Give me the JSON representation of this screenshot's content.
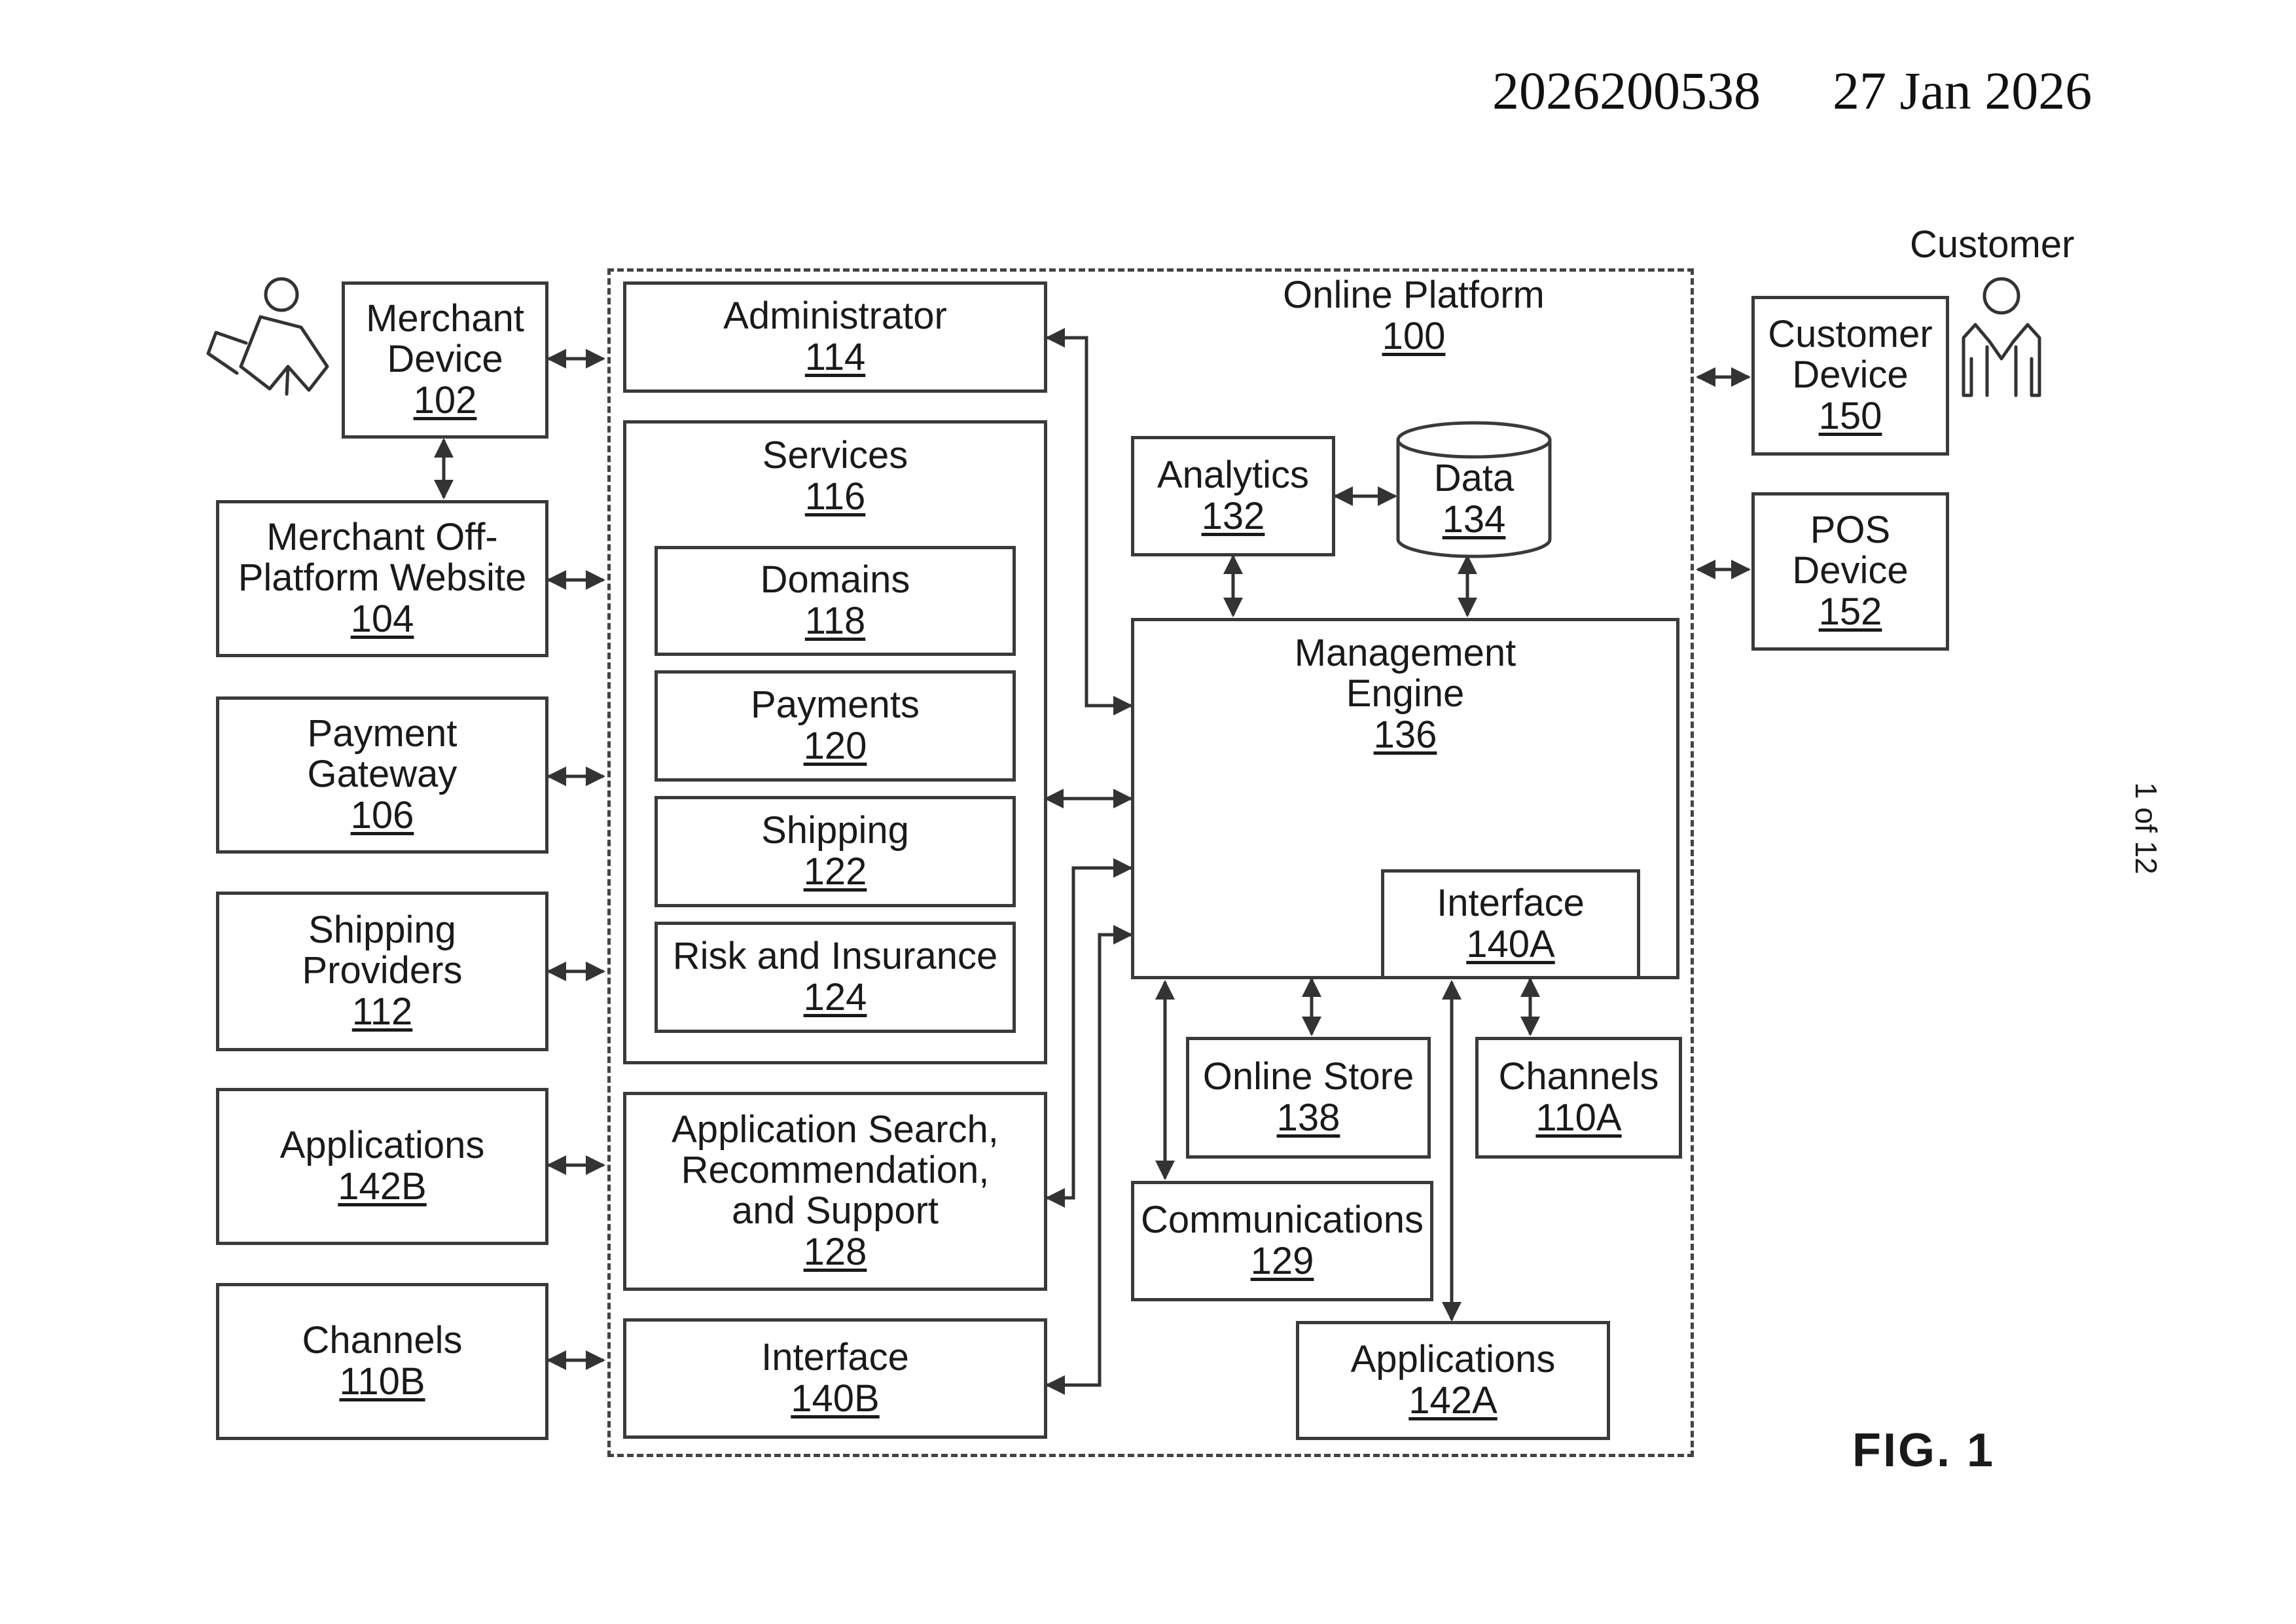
{
  "header": {
    "doc_number": "2026200538",
    "date": "27 Jan 2026"
  },
  "page_indicator": "1 of 12",
  "figure_label": "FIG. 1",
  "customer_label": "Customer",
  "platform": {
    "label": "Online Platform",
    "ref": "100"
  },
  "left_boxes": {
    "merchant_device": {
      "label": "Merchant\nDevice",
      "ref": "102"
    },
    "merchant_offplatform": {
      "label": "Merchant Off-\nPlatform Website",
      "ref": "104"
    },
    "payment_gateway": {
      "label": "Payment\nGateway",
      "ref": "106"
    },
    "shipping_providers": {
      "label": "Shipping\nProviders",
      "ref": "112"
    },
    "applications_b": {
      "label": "Applications",
      "ref": "142B"
    },
    "channels_b": {
      "label": "Channels",
      "ref": "110B"
    }
  },
  "inner": {
    "administrator": {
      "label": "Administrator",
      "ref": "114"
    },
    "services": {
      "label": "Services",
      "ref": "116"
    },
    "domains": {
      "label": "Domains",
      "ref": "118"
    },
    "payments": {
      "label": "Payments",
      "ref": "120"
    },
    "shipping": {
      "label": "Shipping",
      "ref": "122"
    },
    "risk": {
      "label": "Risk and Insurance",
      "ref": "124"
    },
    "app_search": {
      "label": "Application Search,\nRecommendation,\nand Support",
      "ref": "128"
    },
    "interface_b": {
      "label": "Interface",
      "ref": "140B"
    },
    "analytics": {
      "label": "Analytics",
      "ref": "132"
    },
    "data": {
      "label": "Data",
      "ref": "134"
    },
    "management": {
      "label": "Management\nEngine",
      "ref": "136"
    },
    "interface_a": {
      "label": "Interface",
      "ref": "140A"
    },
    "online_store": {
      "label": "Online Store",
      "ref": "138"
    },
    "channels_a": {
      "label": "Channels",
      "ref": "110A"
    },
    "communications": {
      "label": "Communications",
      "ref": "129"
    },
    "applications_a": {
      "label": "Applications",
      "ref": "142A"
    }
  },
  "right_boxes": {
    "customer_device": {
      "label": "Customer\nDevice",
      "ref": "150"
    },
    "pos_device": {
      "label": "POS\nDevice",
      "ref": "152"
    }
  },
  "icons": [
    "merchant-person-icon",
    "customer-person-icon",
    "database-cylinder-icon",
    "bidirectional-arrow-icon"
  ]
}
